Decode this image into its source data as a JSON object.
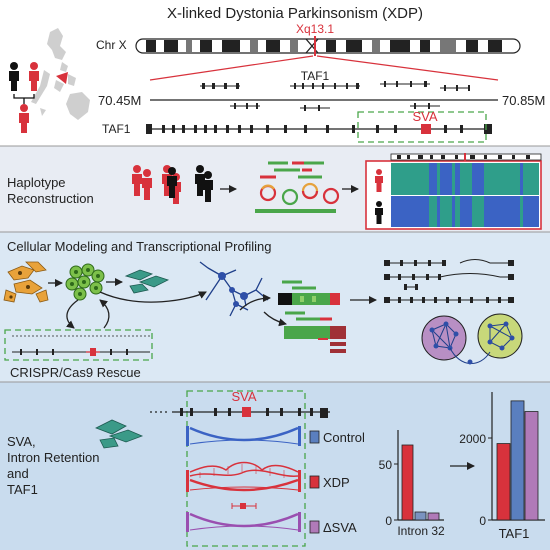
{
  "panel1": {
    "title": "X-linked Dystonia Parkinsonism (XDP)",
    "chr_label": "Chr X",
    "band_label": "Xq13.1",
    "gene_label_top": "TAF1",
    "coord_left": "70.45M",
    "coord_right": "70.85M",
    "gene_label_left": "TAF1",
    "sva_label": "SVA"
  },
  "panel2": {
    "title_line1": "Haplotype",
    "title_line2": "Reconstruction"
  },
  "panel3": {
    "title": "Cellular Modeling and Transcriptional Profiling",
    "rescue_label": "CRISPR/Cas9 Rescue"
  },
  "panel4": {
    "title_line1": "SVA,",
    "title_line2": "Intron Retention",
    "title_line3": "and",
    "title_line4": "TAF1",
    "sva_label": "SVA",
    "legend": [
      "Control",
      "XDP",
      "ΔSVA"
    ],
    "colors": {
      "control": "#5a7fbf",
      "xdp": "#d8323c",
      "dsva": "#b07ab8",
      "mid_blue": "#7a93c0"
    }
  },
  "chart_data": [
    {
      "type": "bar",
      "categories": [
        "Intron 32"
      ],
      "series": [
        {
          "values": [
            75
          ]
        },
        {
          "values": [
            8
          ]
        },
        {
          "values": [
            7
          ]
        }
      ],
      "xlabel": "Intron 32",
      "yticks": [
        "50",
        "0"
      ],
      "ylim": [
        0,
        90
      ]
    },
    {
      "type": "bar",
      "categories": [
        "TAF1"
      ],
      "series": [
        {
          "values": [
            2150
          ]
        },
        {
          "values": [
            3350
          ]
        },
        {
          "values": [
            3050
          ]
        }
      ],
      "xlabel": "TAF1",
      "yticks": [
        "2000",
        "0"
      ],
      "ylim": [
        0,
        3600
      ]
    }
  ]
}
